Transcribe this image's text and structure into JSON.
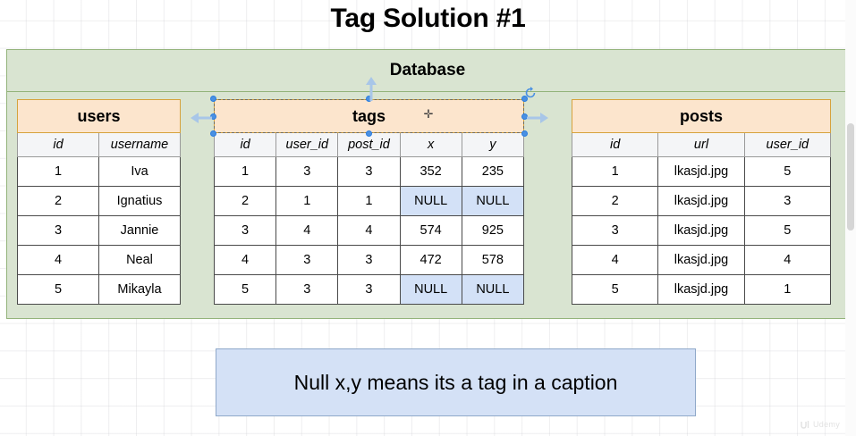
{
  "title": "Tag Solution #1",
  "database": {
    "label": "Database",
    "bg_color": "#d9e4d1",
    "border_color": "#93b37a"
  },
  "tables": [
    {
      "name": "users",
      "columns": [
        "id",
        "username"
      ],
      "rows": [
        [
          "1",
          "Iva"
        ],
        [
          "2",
          "Ignatius"
        ],
        [
          "3",
          "Jannie"
        ],
        [
          "4",
          "Neal"
        ],
        [
          "5",
          "Mikayla"
        ]
      ]
    },
    {
      "name": "tags",
      "columns": [
        "id",
        "user_id",
        "post_id",
        "x",
        "y"
      ],
      "rows": [
        [
          "1",
          "3",
          "3",
          "352",
          "235"
        ],
        [
          "2",
          "1",
          "1",
          "NULL",
          "NULL"
        ],
        [
          "3",
          "4",
          "4",
          "574",
          "925"
        ],
        [
          "4",
          "3",
          "3",
          "472",
          "578"
        ],
        [
          "5",
          "3",
          "3",
          "NULL",
          "NULL"
        ]
      ],
      "selected": true
    },
    {
      "name": "posts",
      "columns": [
        "id",
        "url",
        "user_id"
      ],
      "rows": [
        [
          "1",
          "lkasjd.jpg",
          "5"
        ],
        [
          "2",
          "lkasjd.jpg",
          "3"
        ],
        [
          "3",
          "lkasjd.jpg",
          "5"
        ],
        [
          "4",
          "lkasjd.jpg",
          "4"
        ],
        [
          "5",
          "lkasjd.jpg",
          "1"
        ]
      ]
    }
  ],
  "caption": {
    "text": "Null x,y means its a tag in a caption",
    "bg_color": "#d4e1f6",
    "border_color": "#8fa8c9"
  },
  "colors": {
    "table_header": "#fce5cd",
    "table_header_border": "#d6a23c",
    "column_header": "#f4f5f7",
    "null_cell": "#d3e1f7",
    "selection_handle": "#4a90e2"
  },
  "watermark": "Udemy",
  "move_cursor_glyph": "✛"
}
